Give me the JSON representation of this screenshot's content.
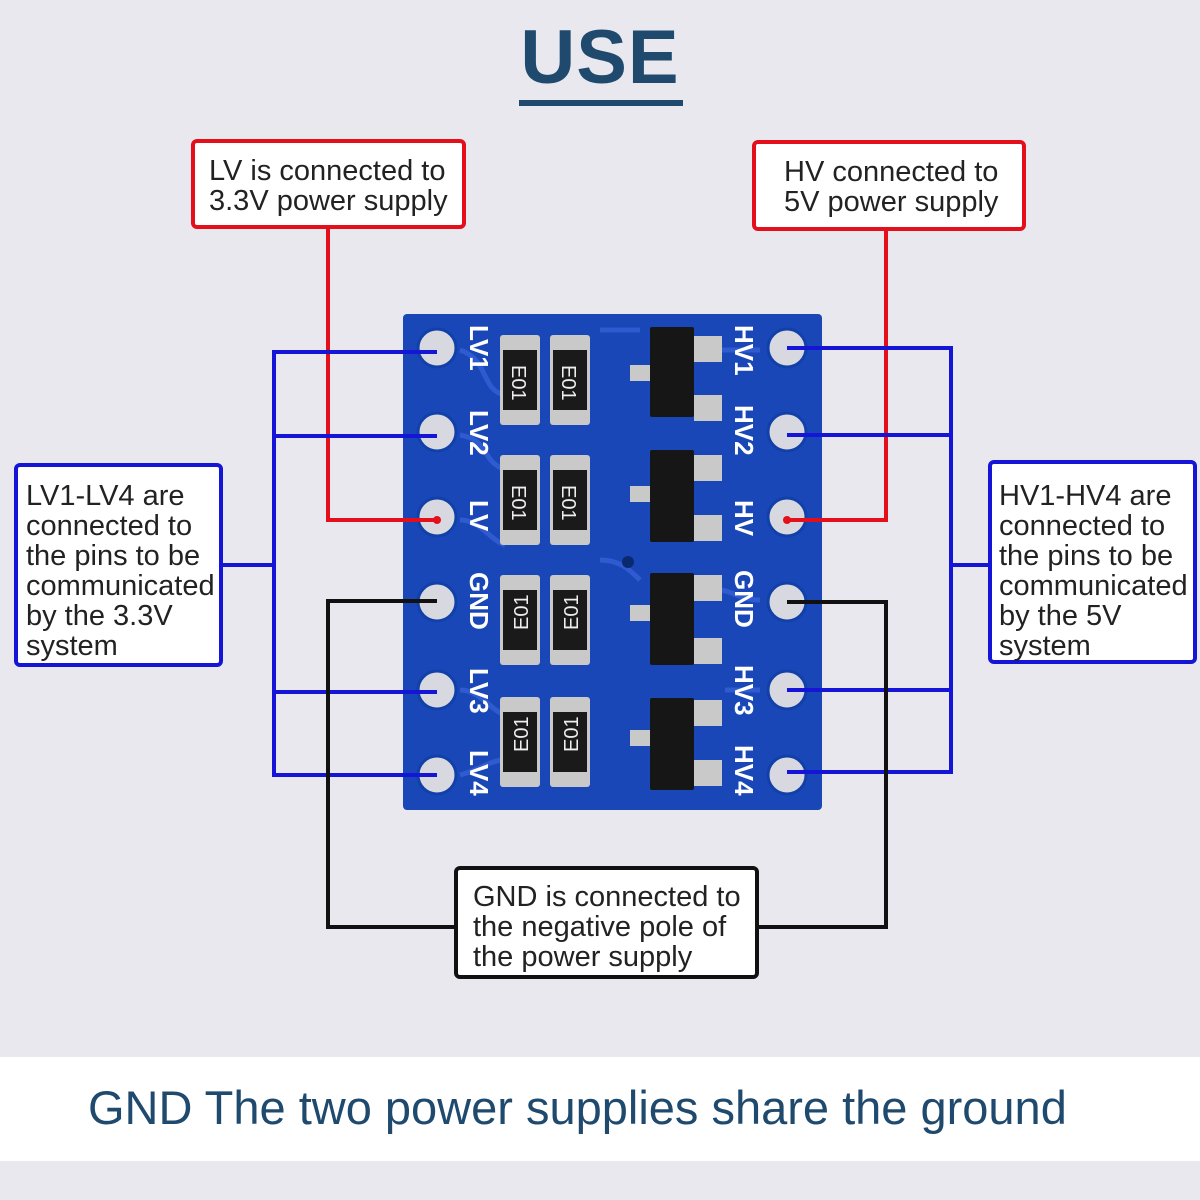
{
  "title": "USE",
  "callouts": {
    "lv_supply": "LV is connected to\n3.3V power supply",
    "hv_supply": "HV connected to\n5V power supply",
    "lv_pins": "LV1-LV4 are\nconnected to\nthe pins to be\ncommunicated\nby the 3.3V\nsystem",
    "hv_pins": "HV1-HV4 are\nconnected to\nthe pins to be\ncommunicated\nby the 5V\nsystem",
    "gnd": "GND is connected to\nthe negative pole of\nthe power supply"
  },
  "board": {
    "left_pins": [
      "LV1",
      "LV2",
      "LV",
      "GND",
      "LV3",
      "LV4"
    ],
    "right_pins": [
      "HV1",
      "HV2",
      "HV",
      "GND",
      "HV3",
      "HV4"
    ],
    "resistor_marking": "E01"
  },
  "footer": "GND The two power supplies share the ground",
  "colors": {
    "supply_line": "#e3101c",
    "signal_line": "#1515d8",
    "ground_line": "#111111",
    "board": "#1a47b8",
    "heading": "#1f4a6e"
  }
}
